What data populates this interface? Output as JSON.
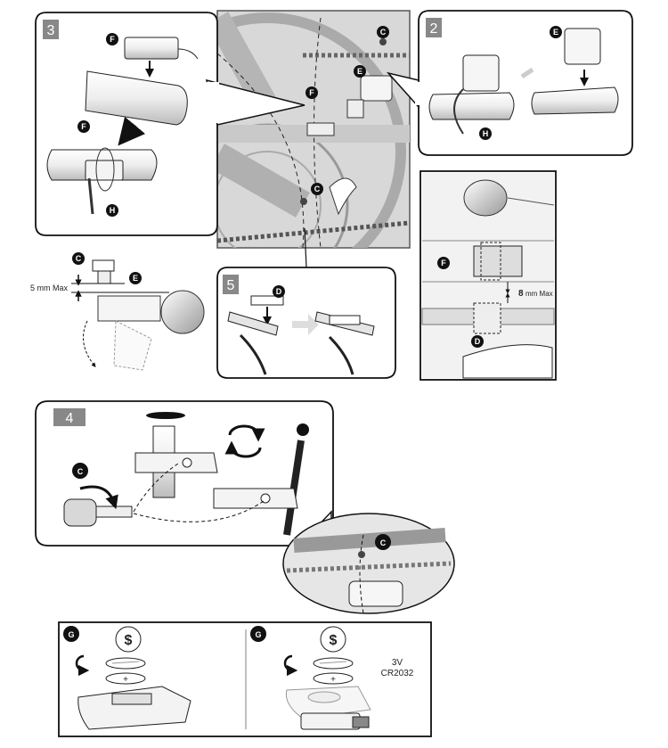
{
  "steps": {
    "step3": "3",
    "step2": "2",
    "step5": "5",
    "step4": "4"
  },
  "labels": {
    "c": "C",
    "d": "D",
    "e": "E",
    "f": "F",
    "g": "G",
    "h": "H"
  },
  "measurements": {
    "sensor_gap": "5 mm Max",
    "magnet_gap_value": "8",
    "magnet_gap_unit": "mm Max"
  },
  "battery": {
    "voltage": "3V",
    "model": "CR2032",
    "coin_symbol": "$",
    "plus": "+"
  }
}
